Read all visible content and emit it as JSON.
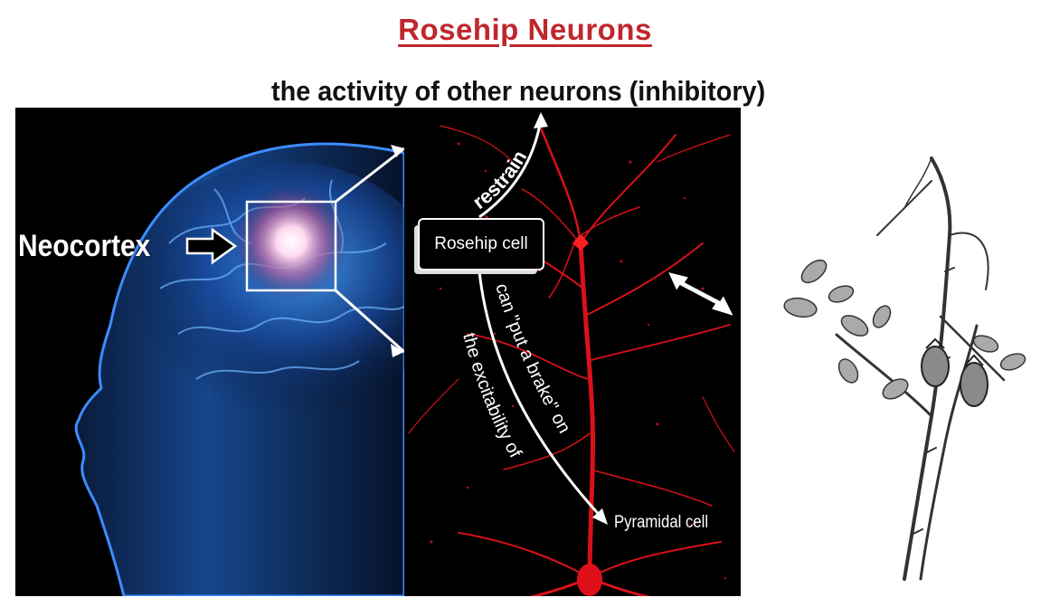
{
  "slide": {
    "title": "Rosehip Neurons",
    "subtitle": "the activity of other neurons (inhibitory)"
  },
  "labels": {
    "neocortex": "Neocortex",
    "rosehip_cell": "Rosehip cell",
    "pyramidal_cell": "Pyramidal cell",
    "restrain": "restrain",
    "put_a_brake": "can \"put a brake\" on",
    "excitability": "the excitability of"
  },
  "colors": {
    "title": "#c0272d",
    "neuron": "#e0101a",
    "head_glow": "#2a7fff",
    "background": "#000000"
  },
  "icons": {
    "neocortex_arrow": "outline-arrow-right-icon",
    "double_arrow": "double-headed-arrow-icon"
  }
}
